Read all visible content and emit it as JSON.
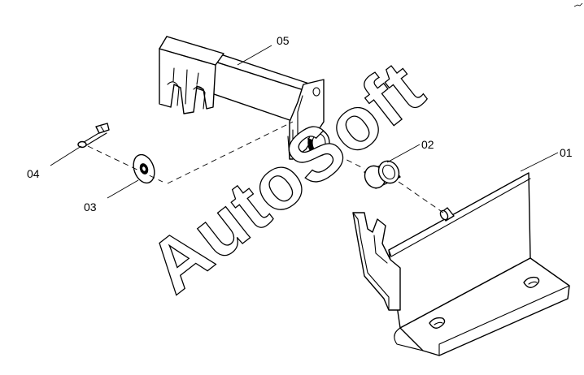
{
  "callouts": {
    "p01": "01",
    "p02": "02",
    "p03": "03",
    "p04": "04",
    "p05": "05"
  },
  "watermark": "AutoSoft",
  "colors": {
    "ink": "#000000",
    "paper": "#ffffff"
  }
}
